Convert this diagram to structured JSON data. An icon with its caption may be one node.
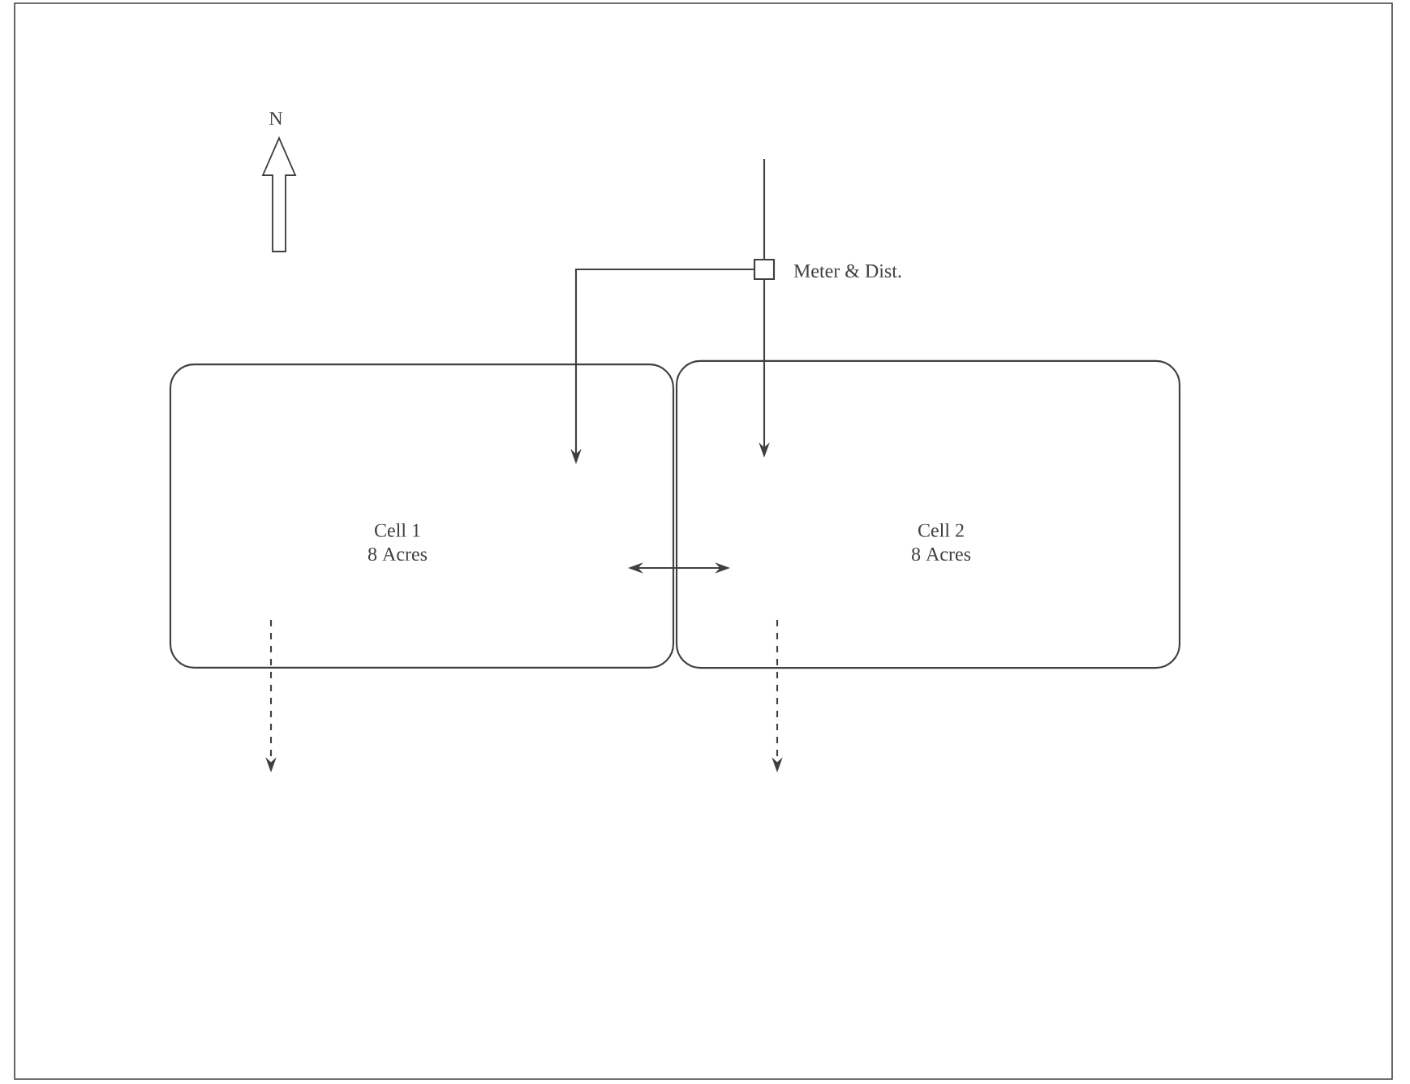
{
  "diagram": {
    "nodes": [
      {
        "text": [
          "Cell 1",
          "8 Acres"
        ]
      },
      {
        "text": [
          "Cell 2",
          "8 Acres"
        ]
      },
      {
        "text": [],
        "shape": "box",
        "beside": [
          "Meter & Dist."
        ]
      }
    ],
    "edges": [
      {
        "from": null,
        "to": 2,
        "arrow": "none"
      },
      {
        "from": 2,
        "to": 0,
        "arrow": "to"
      },
      {
        "from": 2,
        "to": 1,
        "arrow": "to"
      },
      {
        "from": 0,
        "to": 1,
        "arrow": "both"
      },
      {
        "from": 0,
        "to": null,
        "arrow": "to",
        "style": "dashed"
      },
      {
        "from": 1,
        "to": null,
        "arrow": "to",
        "style": "dashed"
      }
    ],
    "labels": [
      "N"
    ]
  }
}
